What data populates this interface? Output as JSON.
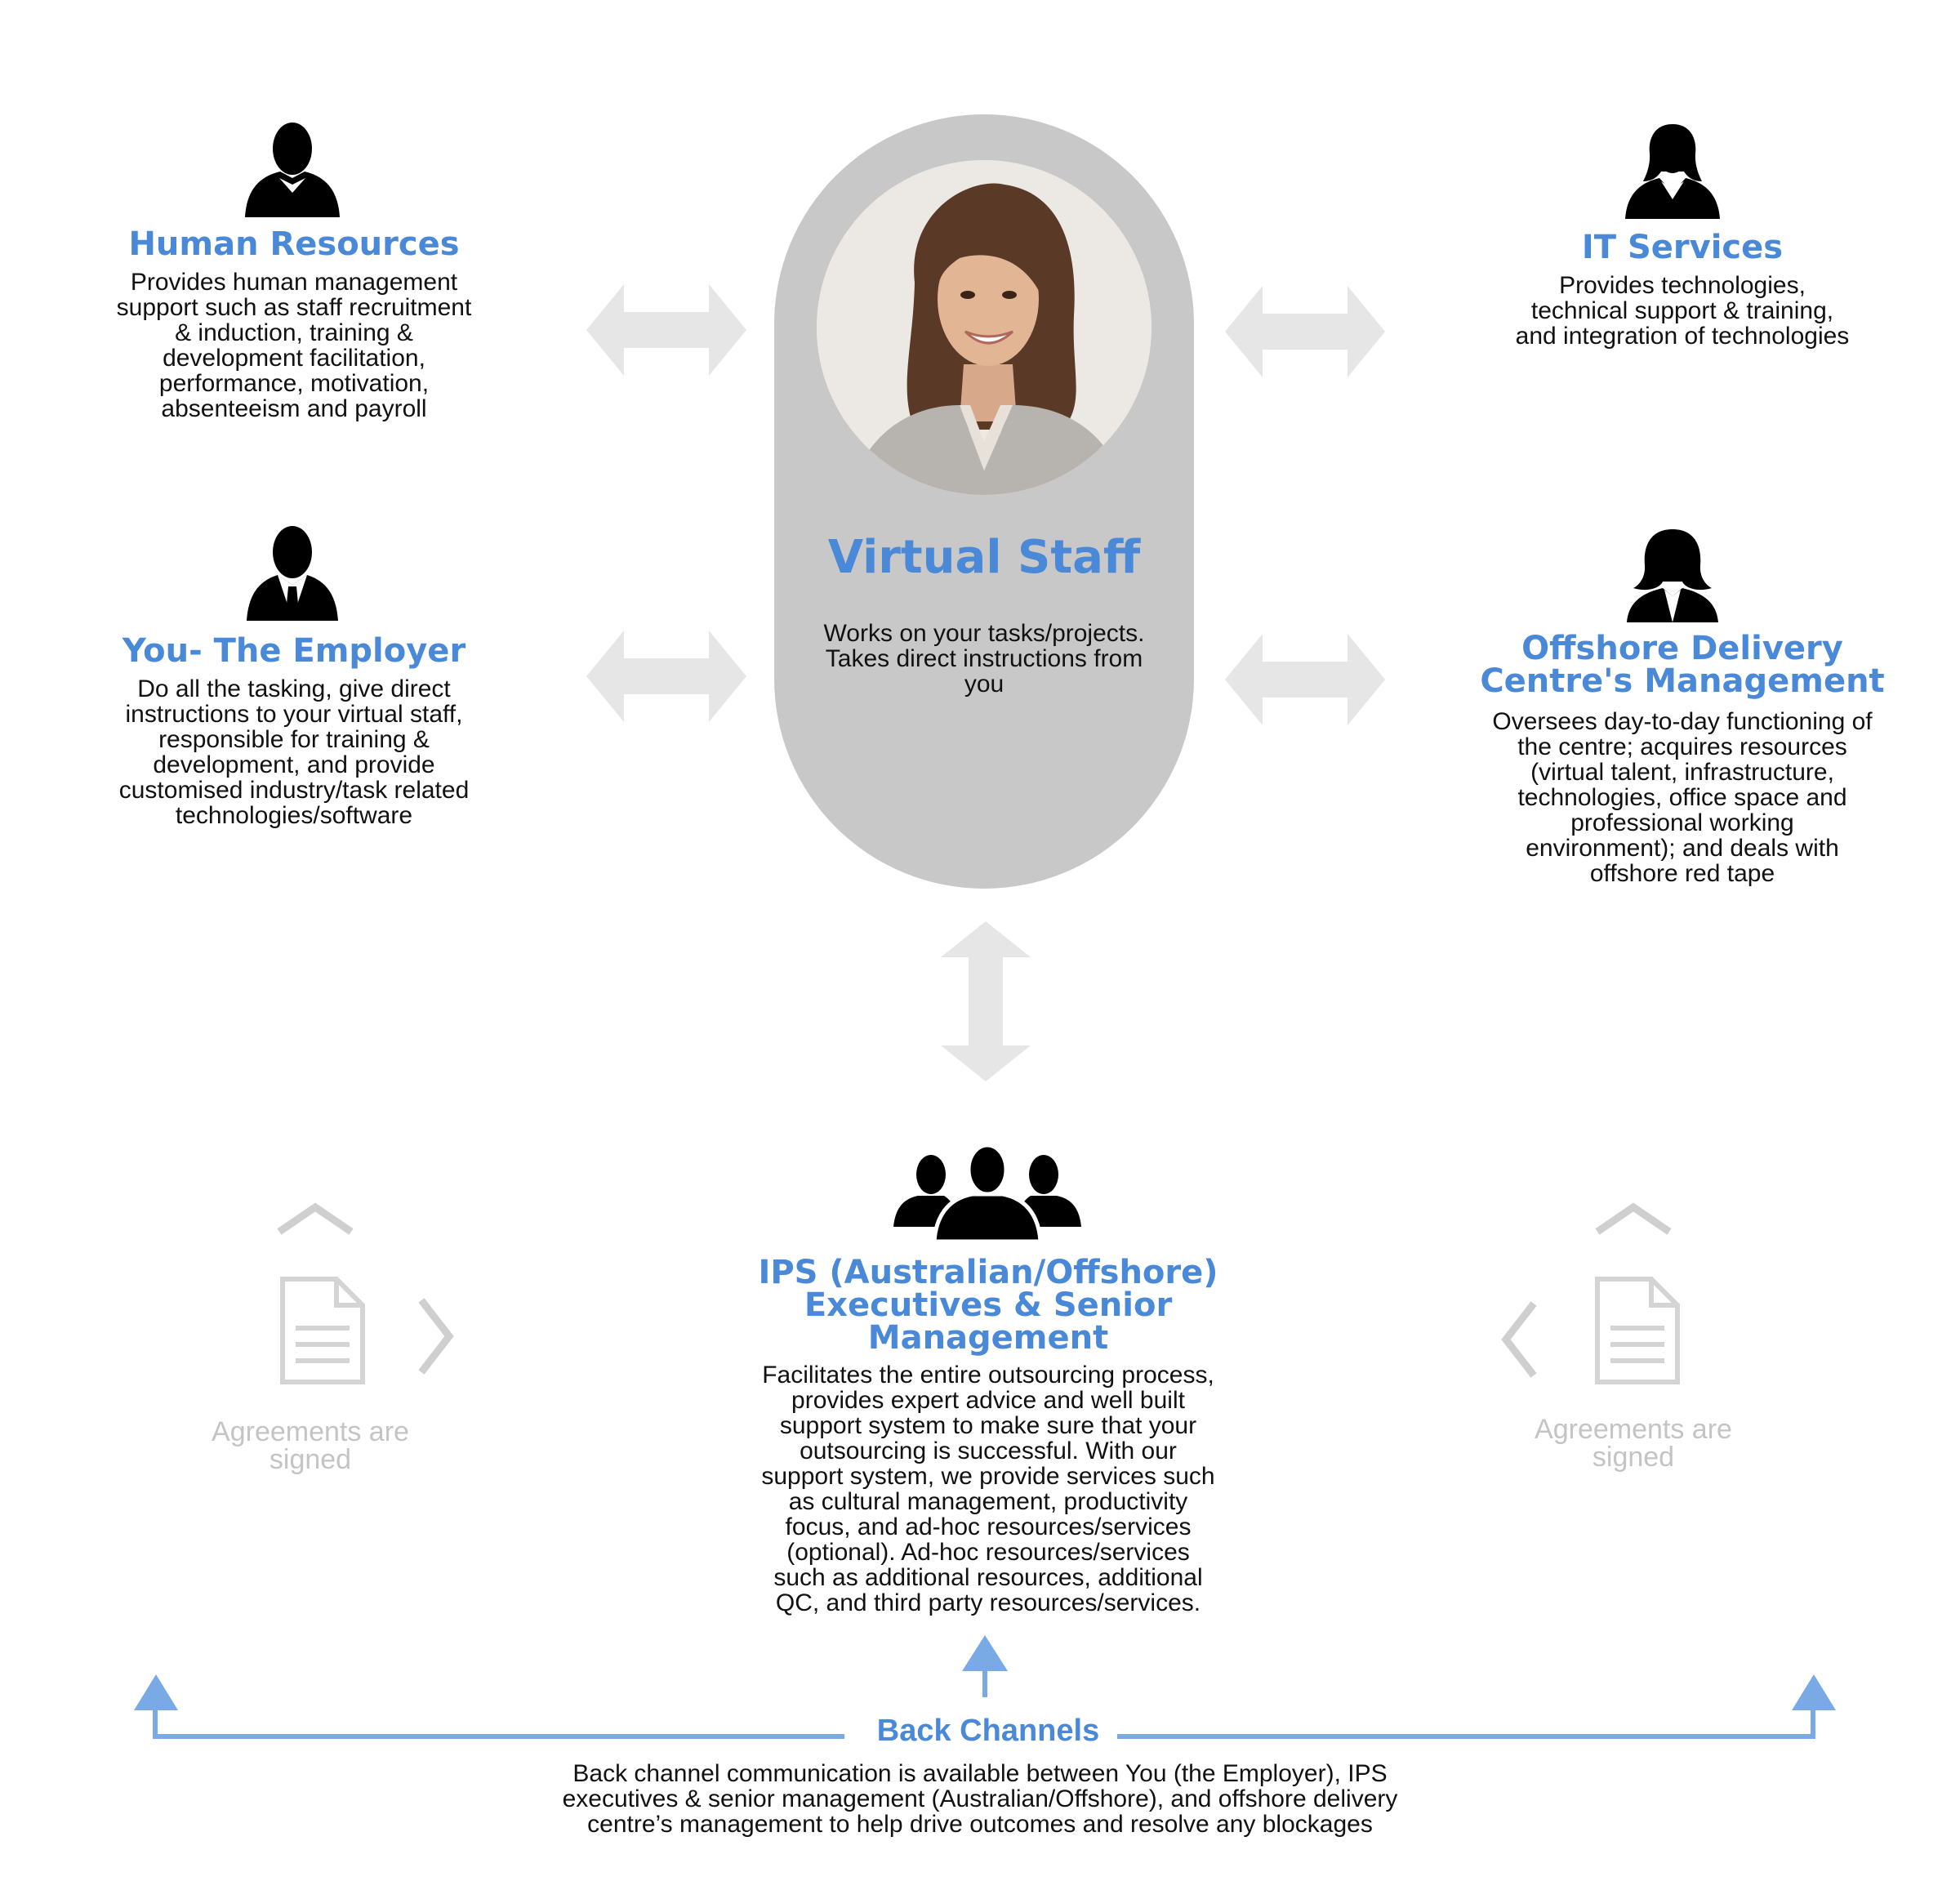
{
  "colors": {
    "accent": "#4a88d8",
    "pill": "#c8c8c8",
    "arrow": "#e6e6e6",
    "muted": "#c4c4c4",
    "icon": "#000000"
  },
  "center": {
    "title": "Virtual Staff",
    "description": "Works on your tasks/projects.\nTakes direct instructions from\nyou",
    "photo_icon": "staff-photo"
  },
  "human_resources": {
    "icon": "businessman-icon",
    "title": "Human Resources",
    "description": "Provides human management\nsupport such as staff recruitment\n& induction, training &\ndevelopment facilitation,\nperformance, motivation,\nabsenteeism and payroll"
  },
  "employer": {
    "icon": "businessman-tie-icon",
    "title": "You- The Employer",
    "description": "Do all the tasking, give direct\ninstructions to your virtual staff,\nresponsible for training &\ndevelopment, and provide\ncustomised industry/task related\ntechnologies/software"
  },
  "it_services": {
    "icon": "businesswoman-icon",
    "title": "IT Services",
    "description": "Provides technologies,\ntechnical support & training,\nand integration of technologies"
  },
  "offshore": {
    "icon": "woman-short-hair-icon",
    "title": "Offshore Delivery\nCentre's Management",
    "description": "Oversees day-to-day functioning of\nthe centre; acquires resources\n(virtual talent, infrastructure,\ntechnologies, office space and\nprofessional working\nenvironment); and deals with\noffshore red tape"
  },
  "ips": {
    "icon": "group-icon",
    "title": "IPS (Australian/Offshore)\nExecutives & Senior\nManagement",
    "description": "Facilitates the entire outsourcing process,\nprovides expert advice and well built\nsupport system to make sure that your\noutsourcing is successful. With our\nsupport system, we provide services such\nas cultural management, productivity\nfocus, and ad-hoc resources/services\n(optional). Ad-hoc resources/services\nsuch as additional resources, additional\nQC, and third party resources/services."
  },
  "agreements": {
    "left_label": "Agreements are\nsigned",
    "right_label": "Agreements are\nsigned",
    "icon": "document-icon"
  },
  "back_channels": {
    "title": "Back Channels",
    "description": "Back channel communication is available between You (the Employer), IPS\nexecutives & senior management (Australian/Offshore), and offshore delivery\ncentre’s management to help drive outcomes and resolve any blockages"
  }
}
